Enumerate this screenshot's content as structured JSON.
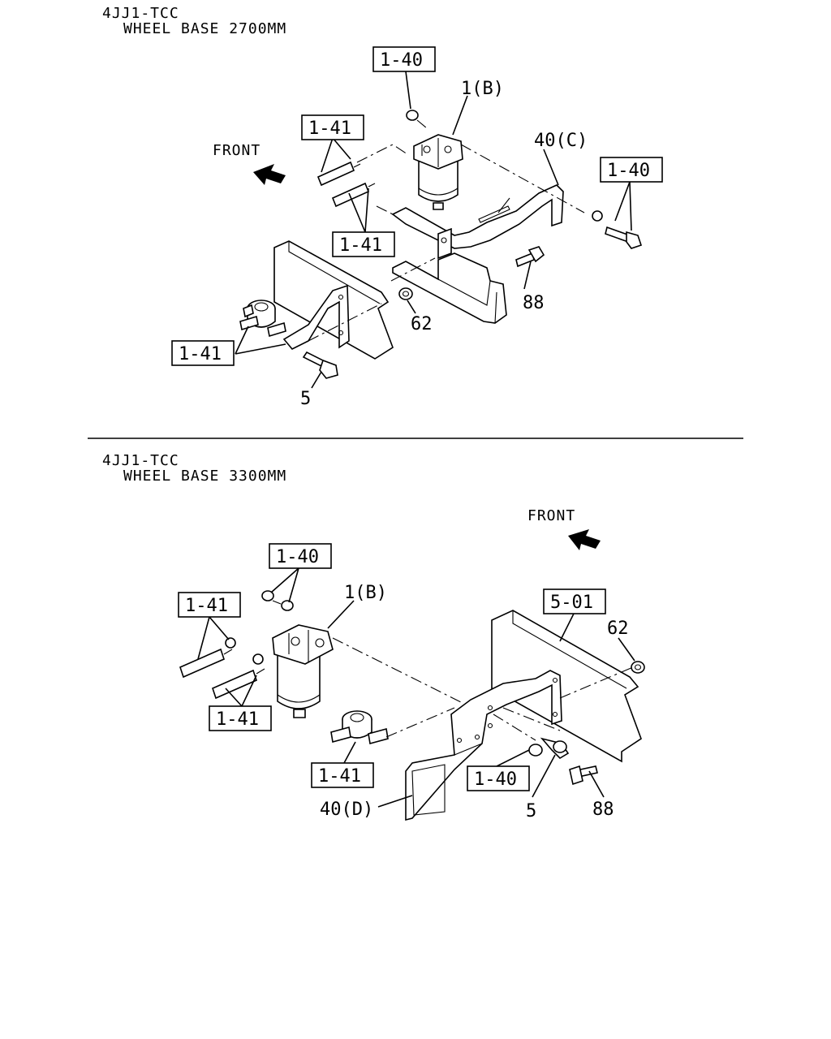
{
  "top_section": {
    "header_line1": "4JJ1-TCC",
    "header_line2": "WHEEL BASE 2700MM",
    "front_label": "FRONT",
    "callouts": {
      "ref_1_40_a": "1-40",
      "ref_1_41_a": "1-41",
      "ref_1_41_b": "1-41",
      "ref_1_40_b": "1-40",
      "ref_1_41_c": "1-41",
      "part_1b": "1(B)",
      "part_40c": "40(C)",
      "part_88": "88",
      "part_62": "62",
      "part_5": "5"
    }
  },
  "bottom_section": {
    "header_line1": "4JJ1-TCC",
    "header_line2": "WHEEL BASE 3300MM",
    "front_label": "FRONT",
    "callouts": {
      "ref_1_40_a": "1-40",
      "ref_1_41_a": "1-41",
      "ref_1_41_b": "1-41",
      "ref_1_41_c": "1-41",
      "ref_5_01": "5-01",
      "ref_1_40_b": "1-40",
      "part_1b": "1(B)",
      "part_62": "62",
      "part_40d": "40(D)",
      "part_5": "5",
      "part_88": "88"
    }
  }
}
